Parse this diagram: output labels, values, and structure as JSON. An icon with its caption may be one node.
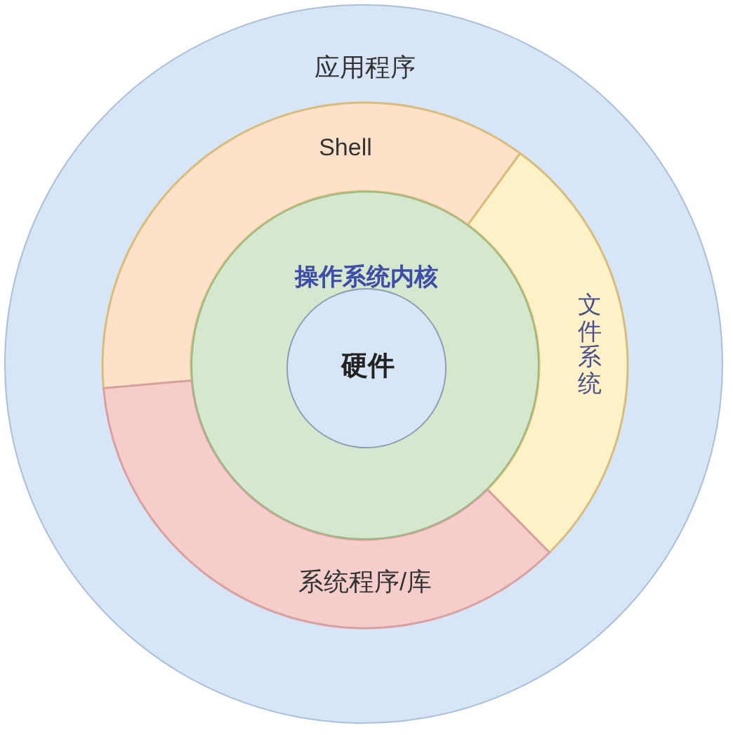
{
  "diagram": {
    "nodes": [
      {
        "text": [
          "应用程序"
        ]
      },
      {
        "text": [
          "Shell"
        ],
        "in": 0
      },
      {
        "text": [
          "文件系统"
        ],
        "in": 0
      },
      {
        "text": [
          "系统程序/库"
        ],
        "in": 0
      },
      {
        "text": [
          "操作系统内核"
        ],
        "in": 0
      },
      {
        "text": [
          "硬件"
        ],
        "in": 4
      }
    ]
  }
}
